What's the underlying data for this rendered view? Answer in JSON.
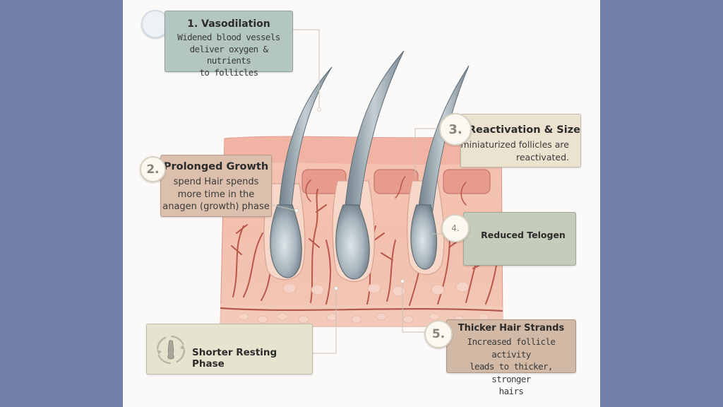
{
  "colors": {
    "background": "#7281a8",
    "panel": "#fbfaf8",
    "skin_pink": "#f0b3a3",
    "vessel_red": "#b2574b",
    "hair_gray": "#8c9aa3",
    "card_vasodilation": "#b4c6c2",
    "card_growth": "#dcc0ad",
    "card_reactivation": "#ebe3d0",
    "card_telogen": "#c6ccbc",
    "card_thicker": "#d1b9a6",
    "card_resting": "#e6e3cf"
  },
  "callouts": [
    {
      "number": "",
      "title": "1. Vasodilation",
      "body": [
        "Widened blood vessels",
        "deliver oxygen & nutrients",
        "to follicles"
      ]
    },
    {
      "number": "2.",
      "title": "Prolonged Growth",
      "body": [
        "spend Hair spends",
        "more time in the",
        "anagen (growth) phase"
      ]
    },
    {
      "number": "3.",
      "title": "Reactivation & Size",
      "body": [
        "miniaturized follicles are",
        "reactivated."
      ]
    },
    {
      "number": "4.",
      "title": "Reduced Telogen",
      "body": []
    },
    {
      "number": "5.",
      "title": "Thicker Hair Strands",
      "body": [
        "Increased follicle activity",
        "leads to thicker, stronger",
        "hairs"
      ]
    },
    {
      "number": "",
      "title": "Shorter Resting Phase",
      "body": [],
      "icon": "cycle-arrows-follicle-icon"
    }
  ]
}
